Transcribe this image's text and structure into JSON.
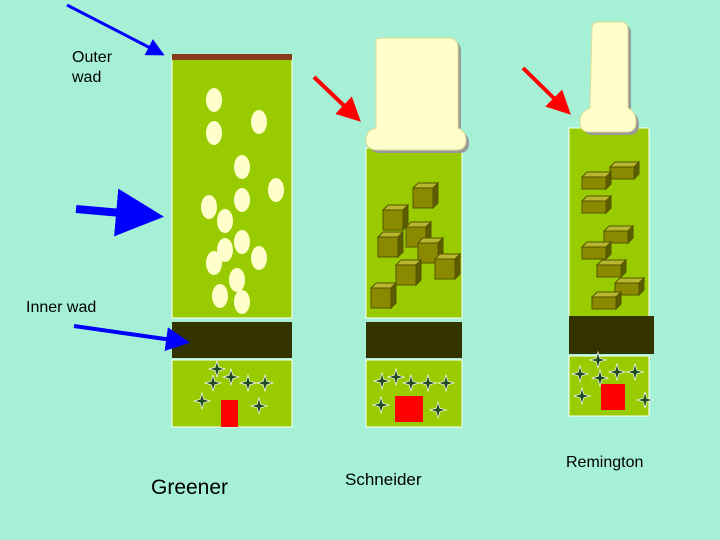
{
  "labels": {
    "outer_wad": "Outer\nwad",
    "inner_wad": "Inner wad",
    "greener": "Greener",
    "schneider": "Schneider",
    "remington": "Remington"
  },
  "colors": {
    "background": "#a6f0d6",
    "shell_body": "#99cc00",
    "wad_dark": "#333300",
    "pellet": "#ffffcc",
    "cube": "#8a8a00",
    "spark": "#1f4d1f",
    "primer": "#ff0000",
    "blue_arrow": "#0000ff",
    "red_arrow": "#ff0000",
    "outer_wad_strip": "#8b3a1a"
  }
}
